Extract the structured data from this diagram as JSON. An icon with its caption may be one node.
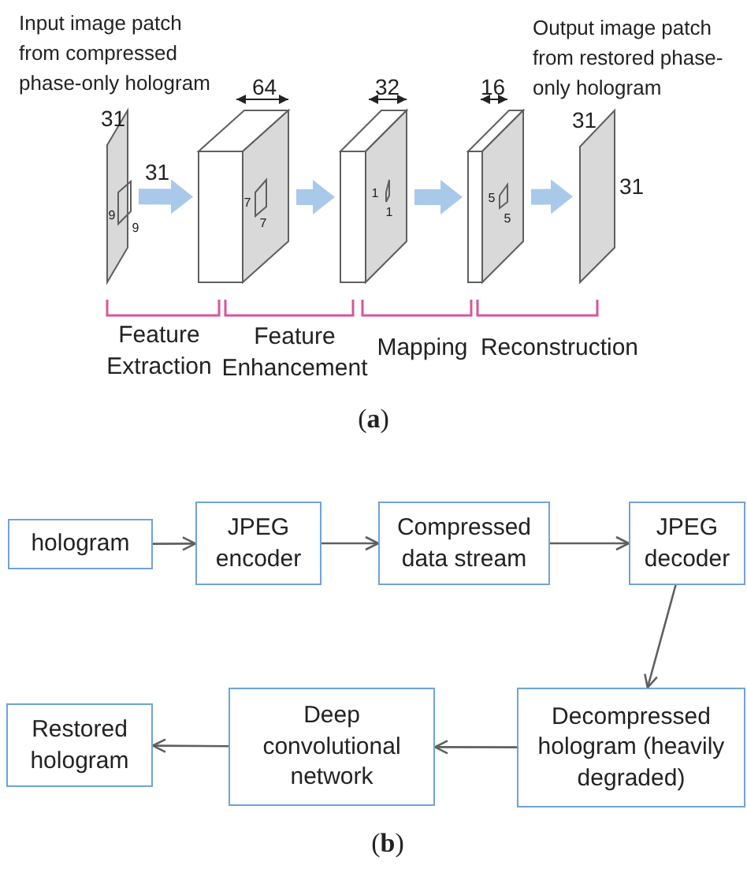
{
  "diagram": {
    "nodes": [
      {
        "text": [
          "Input image patch from compressed phase-only hologram"
        ],
        "beside": [
          "31",
          "31"
        ]
      },
      {
        "text": [],
        "shape": "box",
        "beside": [
          "64"
        ]
      },
      {
        "text": [],
        "shape": "box",
        "beside": [
          "32"
        ]
      },
      {
        "text": [],
        "shape": "box",
        "beside": [
          "16"
        ]
      },
      {
        "text": [
          "Output image patch from restored phase-only hologram"
        ],
        "beside": [
          "31",
          "31"
        ]
      },
      {
        "text": [
          "hologram"
        ]
      },
      {
        "text": [
          "JPEG encoder"
        ]
      },
      {
        "text": [
          "Compressed data stream"
        ]
      },
      {
        "text": [
          "JPEG decoder"
        ]
      },
      {
        "text": [
          "Decompressed hologram (heavily degraded)"
        ]
      },
      {
        "text": [
          "Deep convolutional network"
        ]
      },
      {
        "text": [
          "Restored hologram"
        ]
      }
    ],
    "edges": [
      {
        "from": 0,
        "to": 1,
        "arrow": "to",
        "style": "thick",
        "color": "#a9c9ea"
      },
      {
        "from": 1,
        "to": 2,
        "arrow": "to",
        "style": "thick",
        "color": "#a9c9ea"
      },
      {
        "from": 2,
        "to": 3,
        "arrow": "to",
        "style": "thick",
        "color": "#a9c9ea"
      },
      {
        "from": 3,
        "to": 4,
        "arrow": "to",
        "style": "thick",
        "color": "#a9c9ea"
      },
      {
        "from": 5,
        "to": 6,
        "arrow": "to"
      },
      {
        "from": 6,
        "to": 7,
        "arrow": "to"
      },
      {
        "from": 7,
        "to": 8,
        "arrow": "to"
      },
      {
        "from": 8,
        "to": 9,
        "arrow": "to"
      },
      {
        "from": 9,
        "to": 10,
        "arrow": "to"
      },
      {
        "from": 10,
        "to": 11,
        "arrow": "to"
      }
    ],
    "labels": [
      "9",
      "9",
      "7",
      "7",
      "1",
      "1",
      "5",
      "5",
      "Feature Extraction",
      "Feature Enhancement",
      "Mapping",
      "Reconstruction",
      "(**a**)",
      "(**b**)"
    ]
  }
}
